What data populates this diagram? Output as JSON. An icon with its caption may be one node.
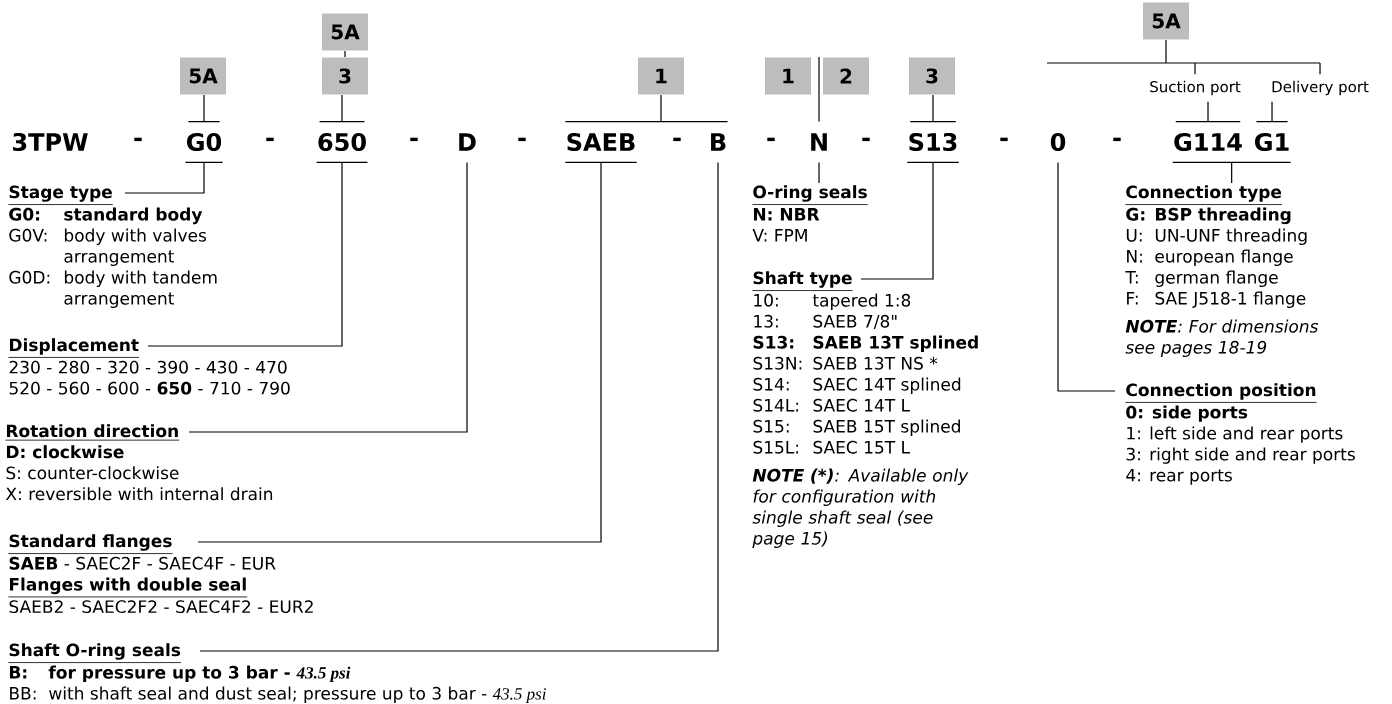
{
  "diagram": {
    "nodes": [
      {
        "text": [
          "3TPW"
        ]
      },
      {
        "text": [
          "G0"
        ]
      },
      {
        "text": [
          "650"
        ]
      },
      {
        "text": [
          "D"
        ]
      },
      {
        "text": [
          "SAEB"
        ]
      },
      {
        "text": [
          "B"
        ]
      },
      {
        "text": [
          "N"
        ]
      },
      {
        "text": [
          "S13"
        ]
      },
      {
        "text": [
          "0"
        ]
      },
      {
        "text": [
          "G114"
        ]
      },
      {
        "text": [
          "G1"
        ]
      },
      {
        "text": [
          "5A"
        ]
      },
      {
        "text": [
          "5A"
        ]
      },
      {
        "text": [
          "3"
        ]
      },
      {
        "text": [
          "1"
        ]
      },
      {
        "text": [
          "1"
        ]
      },
      {
        "text": [
          "2"
        ]
      },
      {
        "text": [
          "3"
        ]
      },
      {
        "text": [
          "5A"
        ]
      },
      {
        "text": [
          "Suction port"
        ]
      },
      {
        "text": [
          "Delivery port"
        ]
      },
      {
        "text": [
          "Stage type",
          "G0:",
          "standard body",
          "G0V:",
          "body with valves arrangement",
          "G0D:",
          "body with tandem arrangement"
        ]
      },
      {
        "text": [
          "Displacement",
          "230 - 280 - 320 - 390 - 430 - 470",
          "520 - 560 - 600 - **650** - 710 - 790"
        ]
      },
      {
        "text": [
          "Rotation direction",
          "D: clockwise",
          "S: counter-clockwise",
          "X: reversible with internal drain"
        ]
      },
      {
        "text": [
          "Standard flanges",
          "**SAEB** - SAEC2F - SAEC4F - EUR",
          "Flanges with double seal",
          "SAEB2 - SAEC2F2 - SAEC4F2 - EUR2"
        ]
      },
      {
        "text": [
          "Shaft O-ring seals",
          "B:",
          "for pressure up to 3 bar - *43.5 psi*",
          "BB:",
          "with shaft seal and dust seal; pressure up to 3 bar - *43.5 psi*"
        ]
      },
      {
        "text": [
          "O-ring seals",
          "N: NBR",
          "V: FPM"
        ]
      },
      {
        "text": [
          "Shaft type",
          "10:",
          "tapered 1:8",
          "13:",
          "SAEB 7/8\"",
          "S13:",
          "SAEB 13T splined",
          "S13N:",
          "SAEB 13T NS *",
          "S14:",
          "SAEC 14T splined",
          "S14L:",
          "SAEC 14T L",
          "S15:",
          "SAEB 15T splined",
          "S15L:",
          "SAEC 15T L"
        ],
        "beside": [
          "**NOTE (*)**: Available only for configuration with single shaft seal (see page 15)"
        ]
      },
      {
        "text": [
          "Connection type",
          "G:",
          "BSP threading",
          "U:",
          "UN-UNF threading",
          "N:",
          "european flange",
          "T:",
          "german flange",
          "F:",
          "SAE J518-1 flange"
        ],
        "beside": [
          "**NOTE**: For dimensions see pages 18-19"
        ]
      },
      {
        "text": [
          "Connection position",
          "0: side ports",
          "1: left side and rear ports",
          "3: right side and rear ports",
          "4: rear ports"
        ]
      }
    ],
    "edges": [
      {
        "from": 11,
        "to": 1,
        "arrow": "none"
      },
      {
        "from": 12,
        "to": 13,
        "arrow": "none"
      },
      {
        "from": 13,
        "to": 2,
        "arrow": "none"
      },
      {
        "from": 14,
        "to": 4,
        "arrow": "none"
      },
      {
        "from": 14,
        "to": 5,
        "arrow": "none"
      },
      {
        "from": 15,
        "to": 6,
        "arrow": "none"
      },
      {
        "from": 16,
        "to": 6,
        "arrow": "none"
      },
      {
        "from": 17,
        "to": 7,
        "arrow": "none"
      },
      {
        "from": 18,
        "to": 19,
        "arrow": "none"
      },
      {
        "from": 18,
        "to": 20,
        "arrow": "none"
      },
      {
        "from": 19,
        "to": 9,
        "arrow": "none"
      },
      {
        "from": 20,
        "to": 10,
        "arrow": "none"
      },
      {
        "from": 1,
        "to": 21,
        "arrow": "none"
      },
      {
        "from": 2,
        "to": 22,
        "arrow": "none"
      },
      {
        "from": 3,
        "to": 23,
        "arrow": "none"
      },
      {
        "from": 4,
        "to": 24,
        "arrow": "none"
      },
      {
        "from": 5,
        "to": 25,
        "arrow": "none"
      },
      {
        "from": 6,
        "to": 26,
        "arrow": "none"
      },
      {
        "from": 7,
        "to": 27,
        "arrow": "none"
      },
      {
        "from": 9,
        "to": 28,
        "arrow": "none"
      },
      {
        "from": 10,
        "to": 28,
        "arrow": "none"
      },
      {
        "from": 8,
        "to": 29,
        "arrow": "none"
      }
    ],
    "labels": [
      "-",
      "-",
      "-",
      "-",
      "-",
      "-",
      "-",
      "-",
      "-"
    ]
  }
}
